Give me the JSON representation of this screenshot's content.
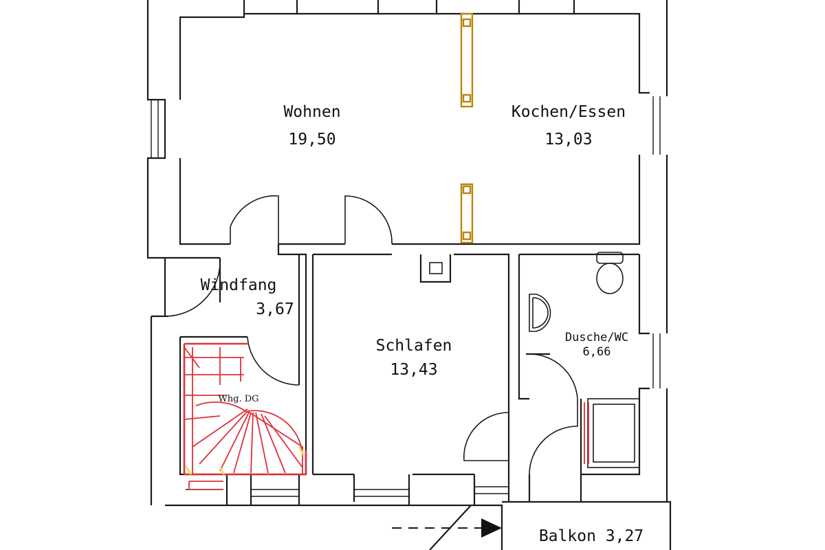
{
  "rooms": {
    "wohnen": {
      "name": "Wohnen",
      "area": "19,50"
    },
    "kochen_essen": {
      "name": "Kochen/Essen",
      "area": "13,03"
    },
    "windfang": {
      "name": "Windfang",
      "area": "3,67"
    },
    "schlafen": {
      "name": "Schlafen",
      "area": "13,43"
    },
    "dusche_wc": {
      "name": "Dusche/WC",
      "area": "6,66"
    },
    "balkon": {
      "label": "Balkon 3,27"
    }
  },
  "stair": {
    "label": "Whg. DG"
  },
  "colors": {
    "walls": "#1a1a1a",
    "beams": "#b8860b",
    "stair": "#e0303a"
  }
}
